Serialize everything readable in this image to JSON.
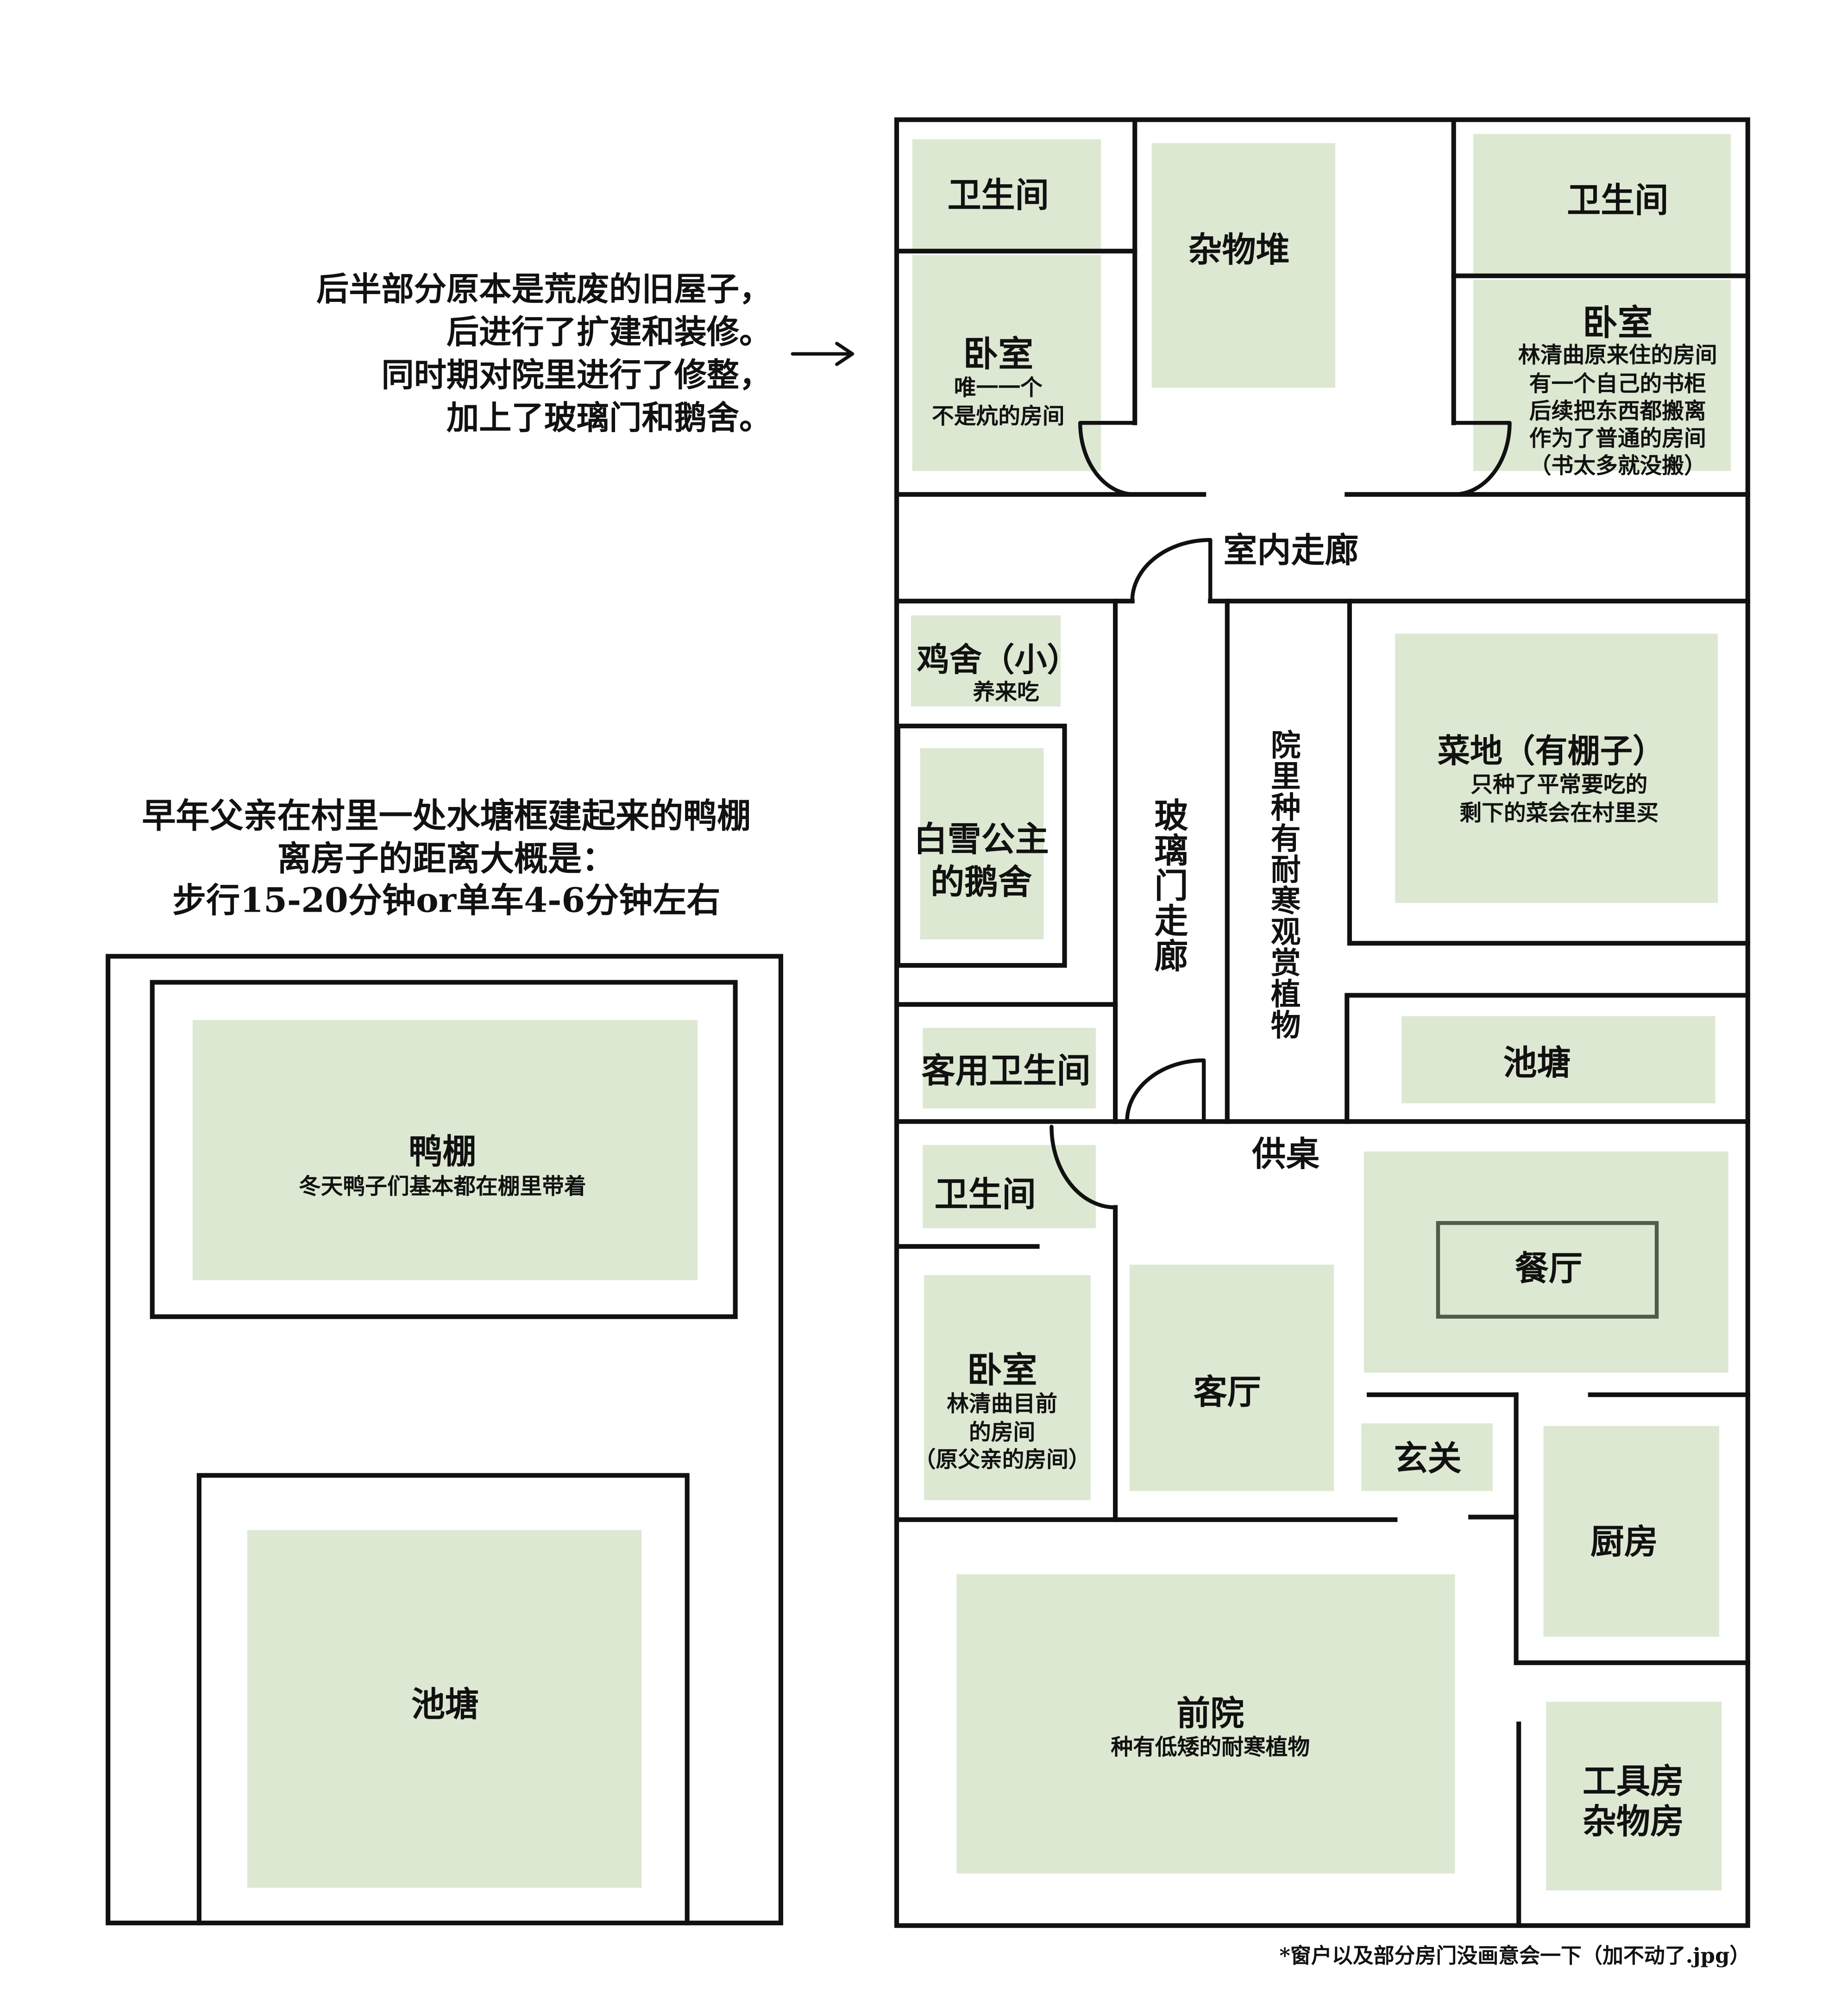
{
  "colors": {
    "background": "#ffffff",
    "wall": "#111111",
    "room_fill": "#dde8d2",
    "table_outline": "#4e5c48",
    "text": "#111111"
  },
  "icons": {
    "arrow": "right-arrow-icon",
    "door": "door-swing-icon"
  },
  "notes": {
    "renovation": [
      "后半部分原本是荒废的旧屋子，",
      "后进行了扩建和装修。",
      "同时期对院里进行了修整，",
      "加上了玻璃门和鹅舍。"
    ],
    "duck_shed_intro": [
      "早年父亲在村里一处水塘框建起来的鸭棚",
      "离房子的距离大概是：",
      "步行15-20分钟or单车4-6分钟左右"
    ],
    "footnote": "*窗户以及部分房门没画意会一下（加不动了.jpg）"
  },
  "house": {
    "rear": {
      "left_bathroom": "卫生间",
      "left_bedroom": {
        "name": "卧室",
        "notes": [
          "唯一一个",
          "不是炕的房间"
        ]
      },
      "storage_pile": "杂物堆",
      "right_bathroom": "卫生间",
      "right_bedroom": {
        "name": "卧室",
        "notes": [
          "林清曲原来住的房间",
          "有一个自己的书柜",
          "后续把东西都搬离",
          "作为了普通的房间",
          "（书太多就没搬）"
        ]
      },
      "indoor_corridor": "室内走廊"
    },
    "middle": {
      "chicken_coop": {
        "name": "鸡舍（小）",
        "note": "养来吃"
      },
      "goose_house": [
        "白雪公主",
        "的鹅舍"
      ],
      "guest_bathroom": "客用卫生间",
      "glass_corridor": "玻璃门走廊",
      "courtyard_plants": "院里种有耐寒观赏植物",
      "vegetable_plot": {
        "name": "菜地（有棚子）",
        "notes": [
          "只种了平常要吃的",
          "剩下的菜会在村里买"
        ]
      },
      "pond": "池塘"
    },
    "front": {
      "bathroom": "卫生间",
      "altar_table": "供桌",
      "dining_room": "餐厅",
      "bedroom": {
        "name": "卧室",
        "notes": [
          "林清曲目前",
          "的房间",
          "（原父亲的房间）"
        ]
      },
      "living_room": "客厅",
      "entrance": "玄关",
      "kitchen": "厨房",
      "front_yard": {
        "name": "前院",
        "note": "种有低矮的耐寒植物"
      },
      "tool_room": [
        "工具房",
        "杂物房"
      ]
    }
  },
  "duck_shed": {
    "shed": {
      "name": "鸭棚",
      "note": "冬天鸭子们基本都在棚里带着"
    },
    "pond": "池塘"
  }
}
